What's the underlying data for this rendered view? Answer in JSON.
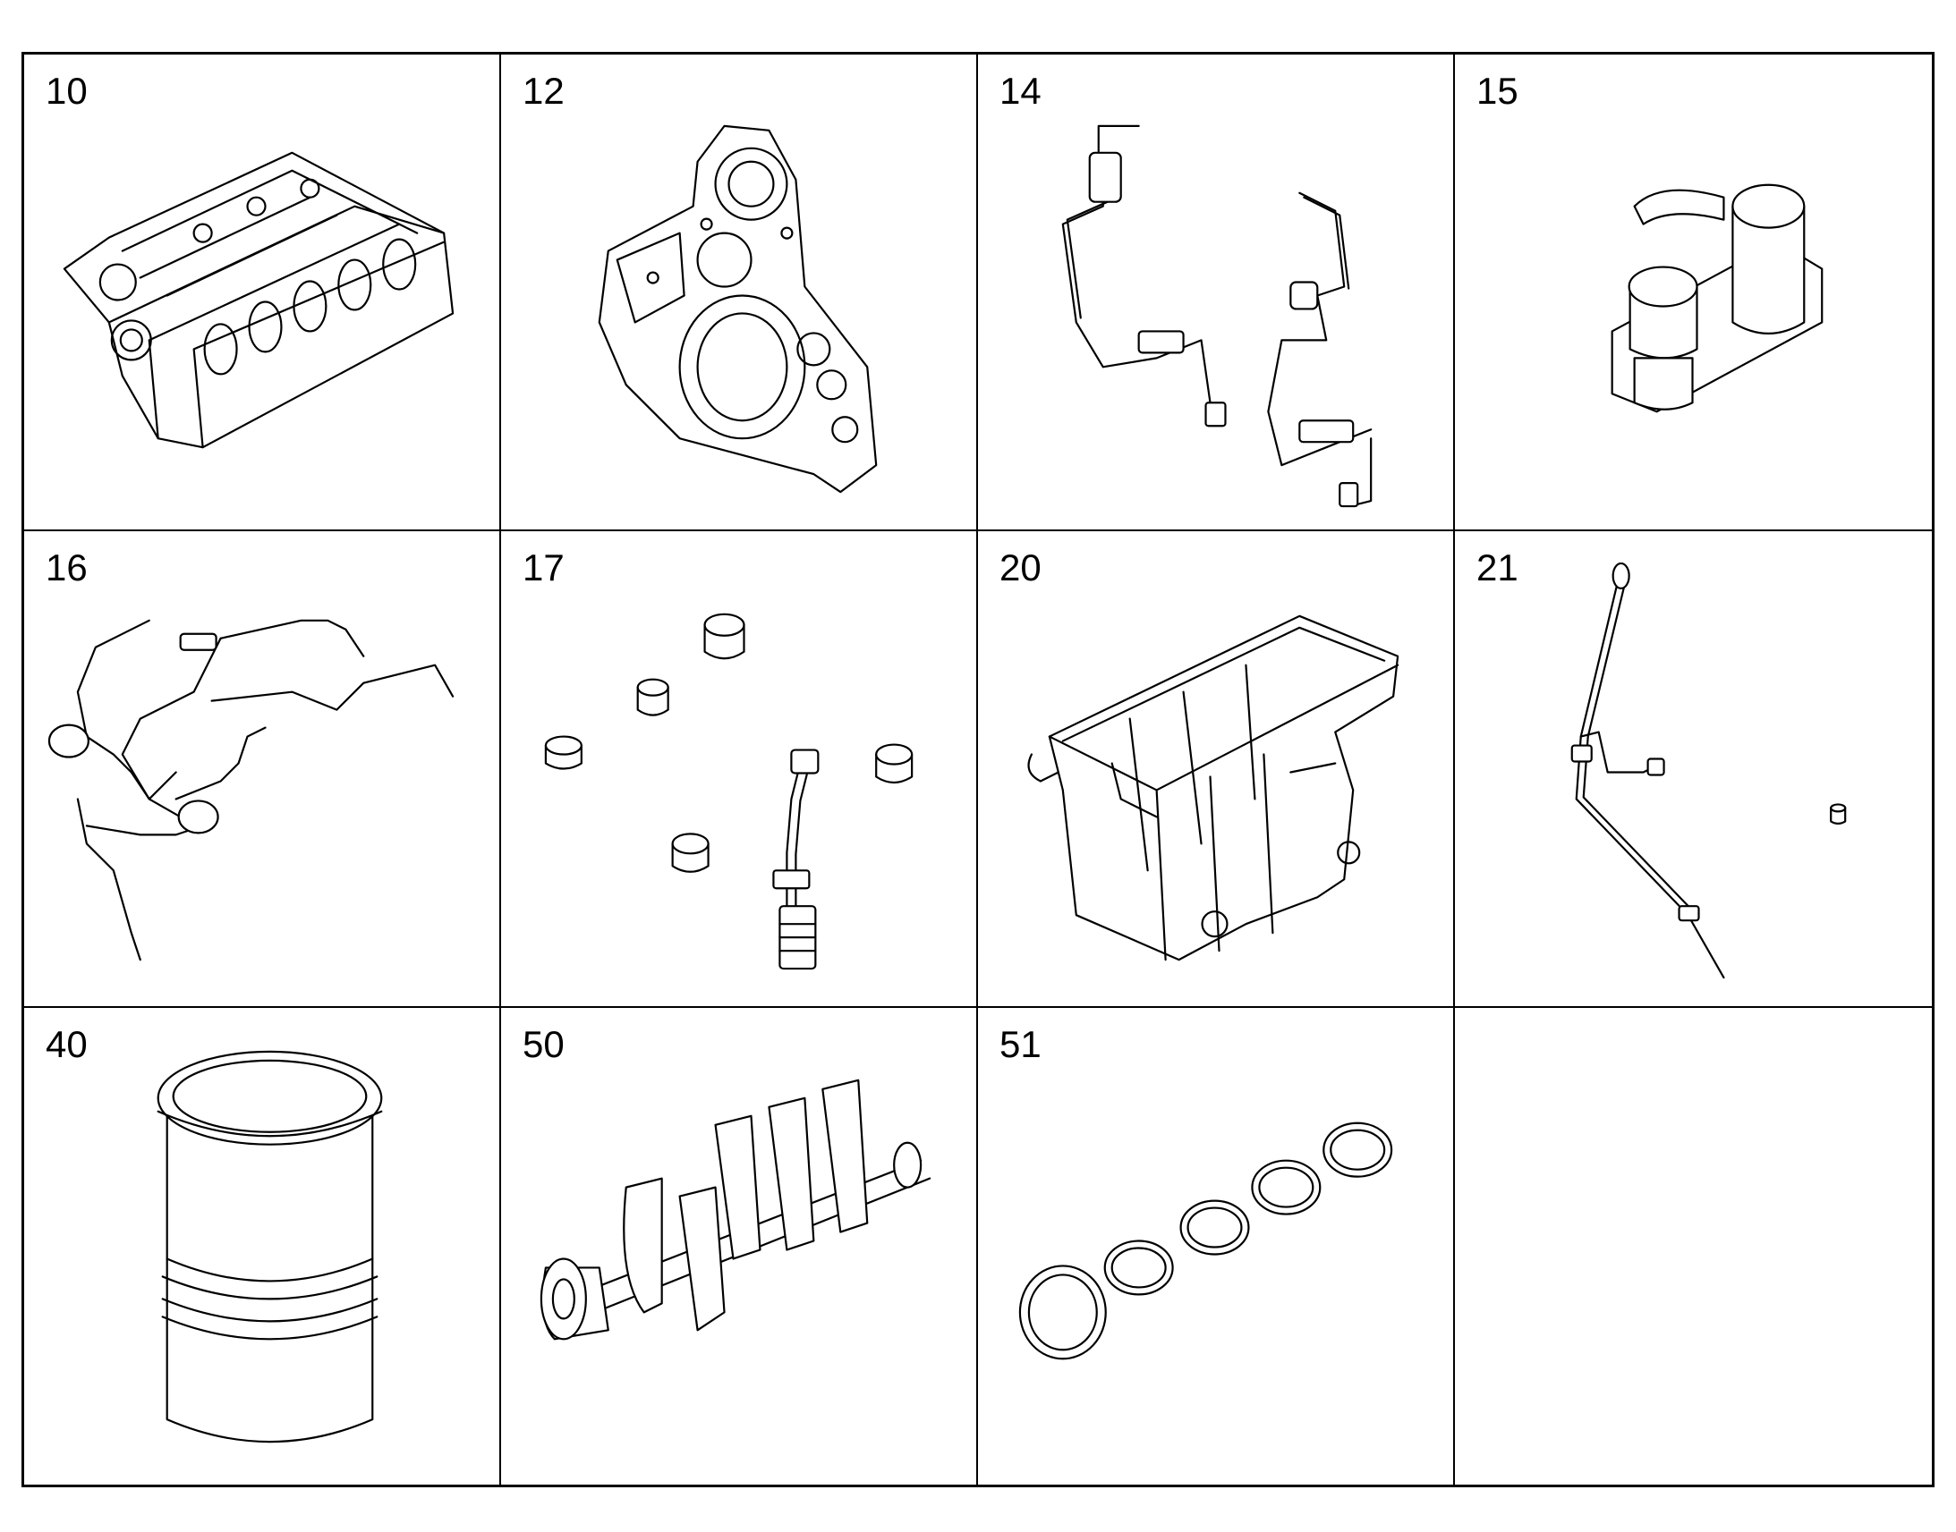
{
  "cells": [
    {
      "label": "10",
      "part_icon": "engine-block-icon"
    },
    {
      "label": "12",
      "part_icon": "timing-case-cover-icon"
    },
    {
      "label": "14",
      "part_icon": "oil-lines-icon"
    },
    {
      "label": "15",
      "part_icon": "oil-filter-housing-icon"
    },
    {
      "label": "16",
      "part_icon": "pipe-harness-icon"
    },
    {
      "label": "17",
      "part_icon": "plugs-and-fittings-icon"
    },
    {
      "label": "20",
      "part_icon": "oil-pan-icon"
    },
    {
      "label": "21",
      "part_icon": "dipstick-icon"
    },
    {
      "label": "40",
      "part_icon": "cylinder-liner-icon"
    },
    {
      "label": "50",
      "part_icon": "crankshaft-icon"
    },
    {
      "label": "51",
      "part_icon": "bearing-shells-icon"
    },
    {
      "label": "",
      "part_icon": ""
    }
  ]
}
